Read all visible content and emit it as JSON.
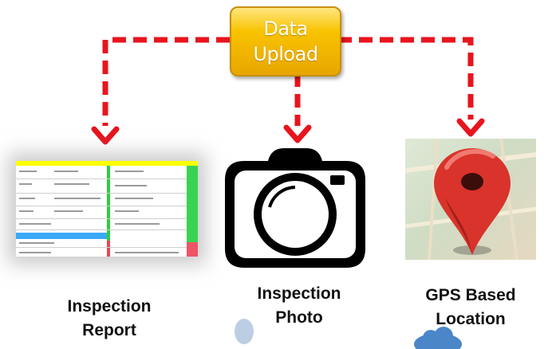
{
  "upload_node": {
    "line1": "Data",
    "line2": "Upload"
  },
  "nodes": [
    {
      "id": "report",
      "line1": "Inspection",
      "line2": "Report"
    },
    {
      "id": "photo",
      "line1": "Inspection",
      "line2": "Photo"
    },
    {
      "id": "location",
      "line1": "GPS Based",
      "line2": "Location"
    }
  ],
  "edges": [
    {
      "from": "upload",
      "to": "report"
    },
    {
      "from": "upload",
      "to": "photo"
    },
    {
      "from": "upload",
      "to": "location"
    }
  ],
  "colors": {
    "arrow": "#e8141e",
    "upload_fill": "#f8c300",
    "upload_text": "#ffffff",
    "pin": "#d9332b",
    "caption": "#111111"
  },
  "icons": [
    "spreadsheet-icon",
    "camera-icon",
    "map-pin-icon"
  ]
}
